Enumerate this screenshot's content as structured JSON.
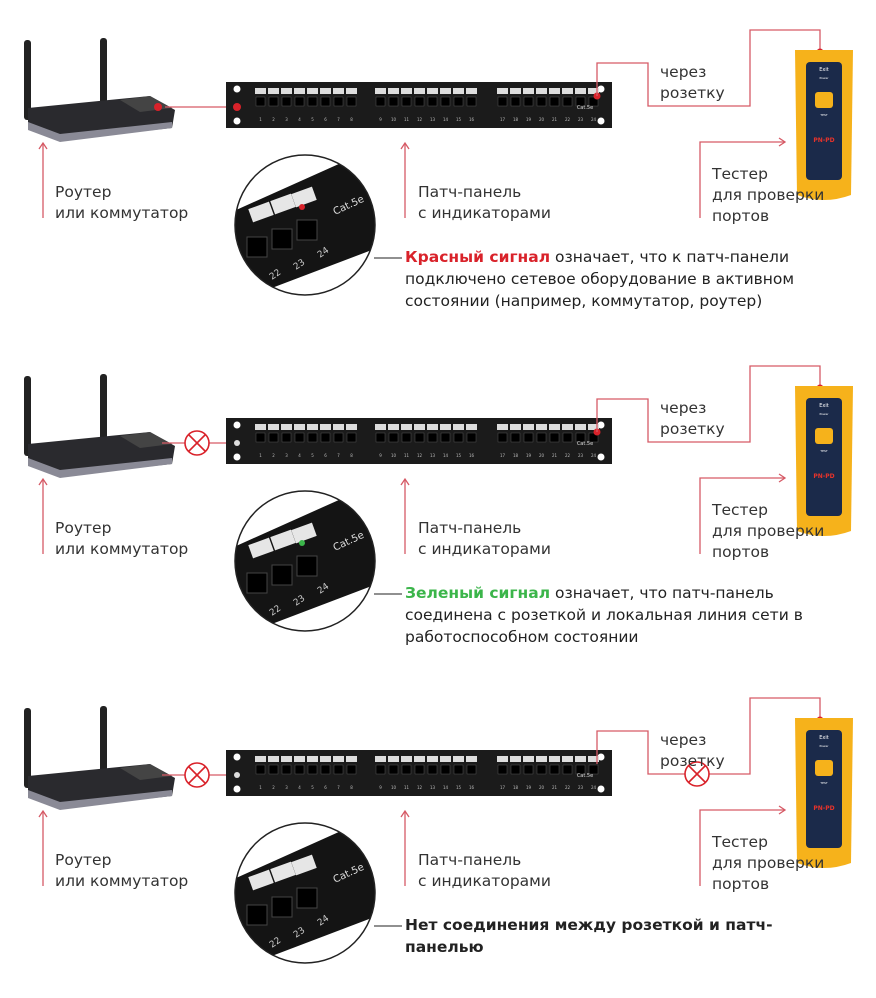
{
  "colors": {
    "accent_red": "#d9222a",
    "signal_green": "#3bb54a",
    "line": "#d65a66",
    "tester_yellow": "#f6b21b",
    "tester_body": "#1b2a4a"
  },
  "labels": {
    "router": [
      "Роутер",
      "или коммутатор"
    ],
    "patch_panel": [
      "Патч-панель",
      "с индикаторами"
    ],
    "via_socket": [
      "через",
      "розетку"
    ],
    "tester": [
      "Тестер",
      "для проверки",
      "портов"
    ]
  },
  "panel": {
    "cat_label": "Cat.5e",
    "zoom_port_numbers": [
      "22",
      "23",
      "24"
    ],
    "port_numbers": [
      "1",
      "2",
      "3",
      "4",
      "5",
      "6",
      "7",
      "8",
      "9",
      "10",
      "11",
      "12",
      "13",
      "14",
      "15",
      "16",
      "17",
      "18",
      "19",
      "20",
      "21",
      "22",
      "23",
      "24"
    ]
  },
  "tester_device": {
    "top_label": "Exit",
    "power": "Power",
    "test": "TEST",
    "model": "PN-PD"
  },
  "sections": [
    {
      "state": "red",
      "broken_router_link": false,
      "broken_socket_link": false,
      "indicator": "red",
      "highlight": "Красный сигнал",
      "highlight_color": "#d9222a",
      "text": " означает, что к патч-панели подключено сетевое оборудование в активном состоянии (например, коммутатор, роутер)"
    },
    {
      "state": "green",
      "broken_router_link": true,
      "broken_socket_link": false,
      "indicator": "green",
      "highlight": "Зеленый сигнал",
      "highlight_color": "#3bb54a",
      "text": " означает, что патч-панель соединена с розеткой и локальная линия сети в работоспособном состоянии"
    },
    {
      "state": "none",
      "broken_router_link": true,
      "broken_socket_link": true,
      "indicator": "none",
      "highlight": "Нет соединения между розеткой и патч-панелью",
      "highlight_color": "#222",
      "text": ""
    }
  ]
}
